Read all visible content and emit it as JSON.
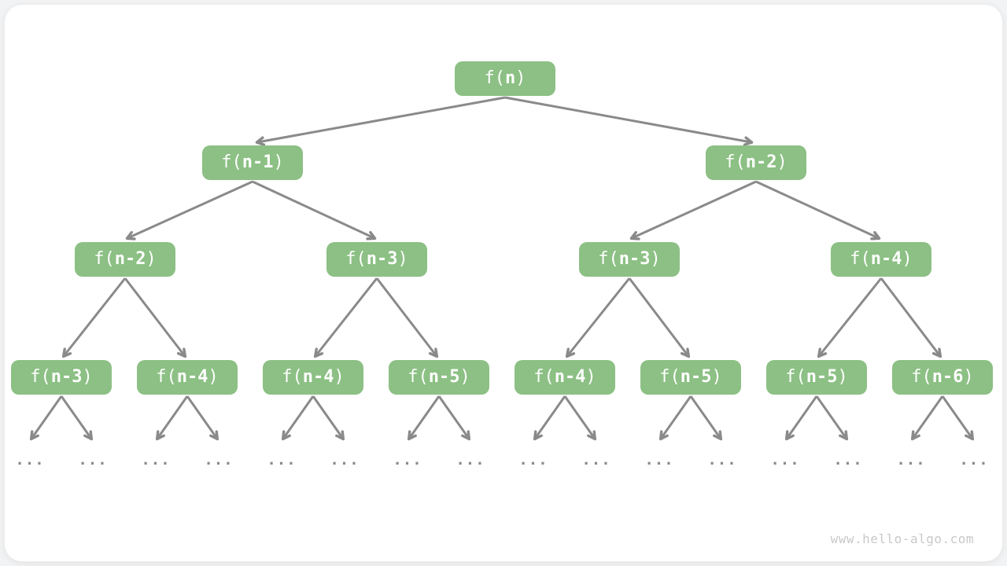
{
  "watermark": "www.hello-algo.com",
  "ellipsis": "...",
  "colors": {
    "node_fill": "#8CC084",
    "node_text": "#FFFFFF",
    "edge": "#8A8A8A",
    "ellipsis": "#8A8A8A",
    "watermark": "#C9C9C9",
    "canvas": "#FFFFFF",
    "page_background": "#F2F3F4"
  },
  "diagram_type": "recursion-tree",
  "nodes": [
    {
      "level": 1,
      "pre": "f(",
      "arg": "n",
      "post": ")"
    },
    {
      "level": 2,
      "pre": "f(",
      "arg": "n-1",
      "post": ")"
    },
    {
      "level": 2,
      "pre": "f(",
      "arg": "n-2",
      "post": ")"
    },
    {
      "level": 3,
      "pre": "f(",
      "arg": "n-2",
      "post": ")"
    },
    {
      "level": 3,
      "pre": "f(",
      "arg": "n-3",
      "post": ")"
    },
    {
      "level": 3,
      "pre": "f(",
      "arg": "n-3",
      "post": ")"
    },
    {
      "level": 3,
      "pre": "f(",
      "arg": "n-4",
      "post": ")"
    },
    {
      "level": 4,
      "pre": "f(",
      "arg": "n-3",
      "post": ")"
    },
    {
      "level": 4,
      "pre": "f(",
      "arg": "n-4",
      "post": ")"
    },
    {
      "level": 4,
      "pre": "f(",
      "arg": "n-4",
      "post": ")"
    },
    {
      "level": 4,
      "pre": "f(",
      "arg": "n-5",
      "post": ")"
    },
    {
      "level": 4,
      "pre": "f(",
      "arg": "n-4",
      "post": ")"
    },
    {
      "level": 4,
      "pre": "f(",
      "arg": "n-5",
      "post": ")"
    },
    {
      "level": 4,
      "pre": "f(",
      "arg": "n-5",
      "post": ")"
    },
    {
      "level": 4,
      "pre": "f(",
      "arg": "n-6",
      "post": ")"
    }
  ]
}
